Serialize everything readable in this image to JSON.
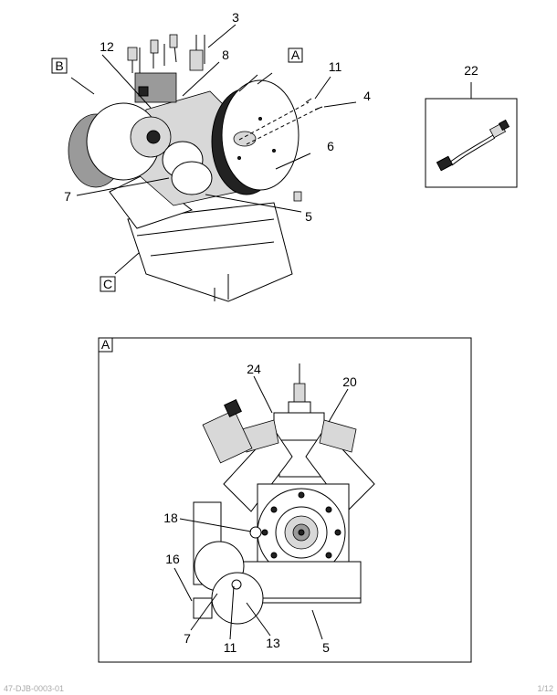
{
  "top_view": {
    "view_refs": {
      "a": "A",
      "b": "B",
      "c": "C"
    },
    "callouts": [
      "3",
      "8",
      "11",
      "4",
      "12",
      "6",
      "7",
      "5"
    ]
  },
  "detail_inset": {
    "callout": "22"
  },
  "view_a": {
    "title": "A",
    "callouts": [
      "24",
      "20",
      "18",
      "16",
      "7",
      "11",
      "13",
      "5"
    ]
  },
  "footer": {
    "left": "47-DJB-0003-01",
    "right": "1/12"
  }
}
